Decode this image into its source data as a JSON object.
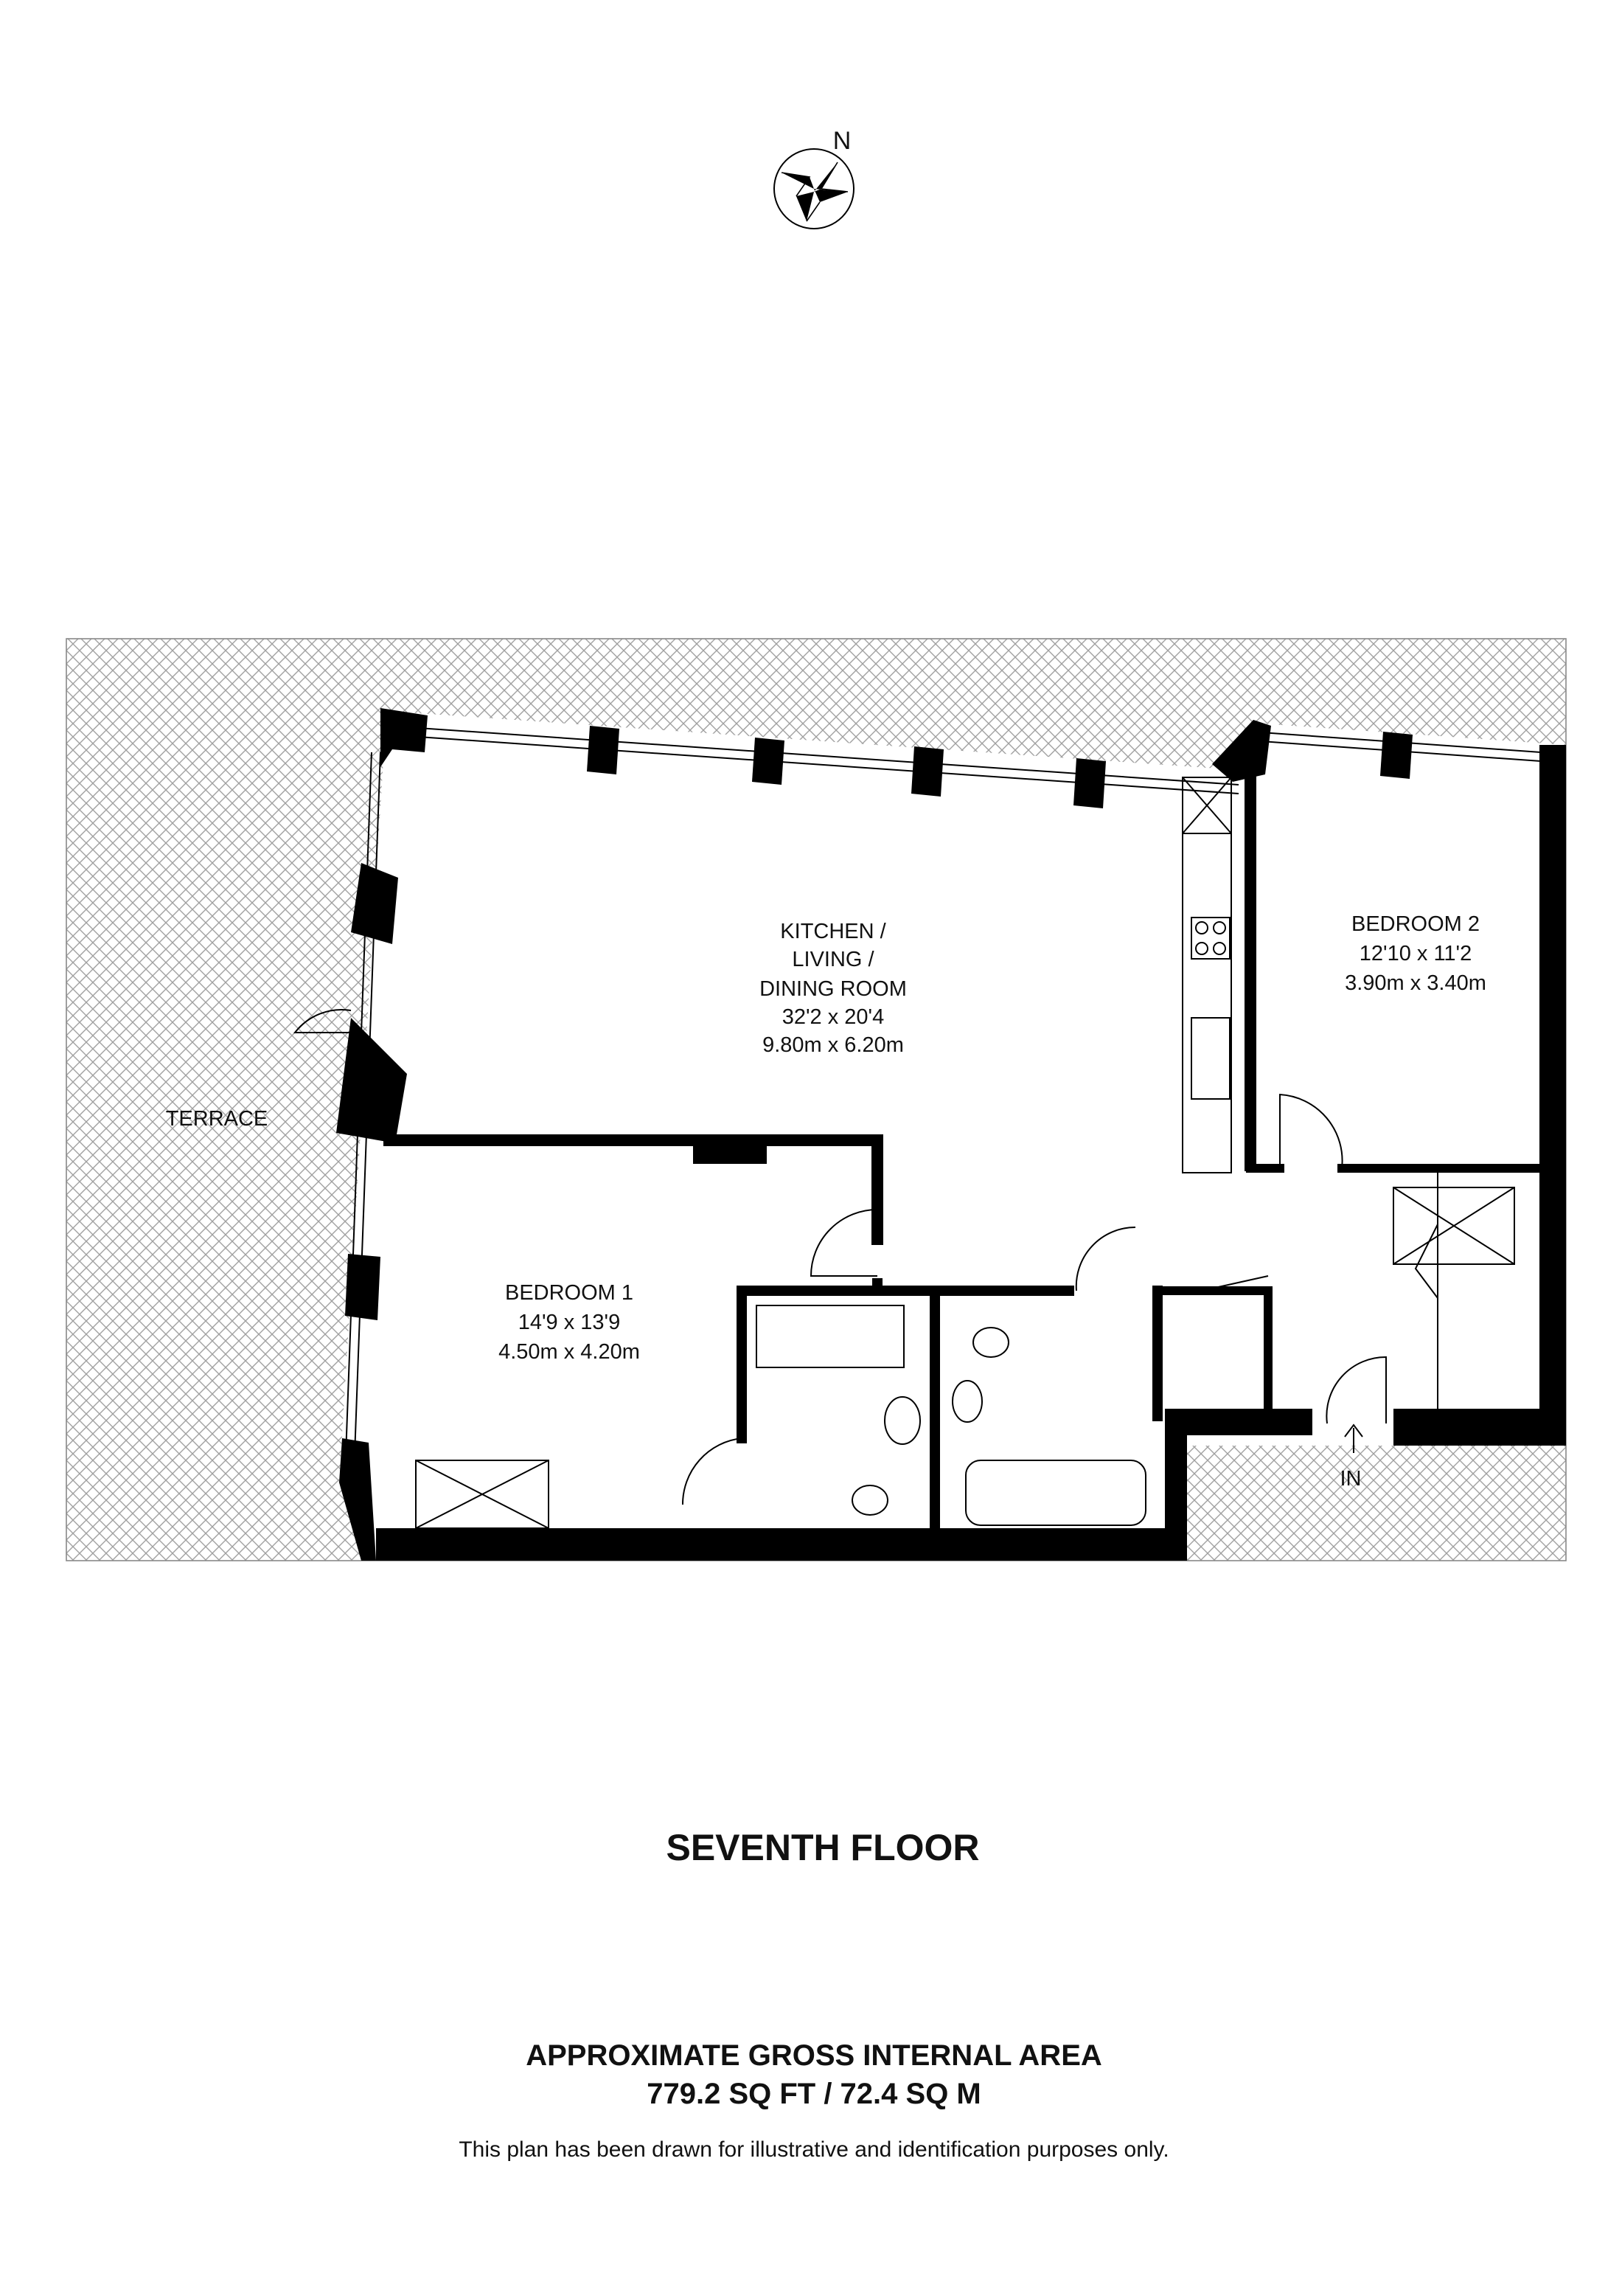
{
  "compass": {
    "north_label": "N"
  },
  "rooms": {
    "kitchen": {
      "lines": [
        "KITCHEN /",
        "LIVING /",
        "DINING ROOM"
      ],
      "imperial": "32'2 x 20'4",
      "metric": "9.80m x 6.20m"
    },
    "bedroom2": {
      "name": "BEDROOM 2",
      "imperial": "12'10 x 11'2",
      "metric": "3.90m x 3.40m"
    },
    "bedroom1": {
      "name": "BEDROOM 1",
      "imperial": "14'9 x 13'9",
      "metric": "4.50m x 4.20m"
    },
    "terrace": {
      "name": "TERRACE"
    }
  },
  "entrance_label": "IN",
  "floor_title": "SEVENTH FLOOR",
  "area": {
    "heading": "APPROXIMATE GROSS INTERNAL AREA",
    "value": "779.2 SQ FT / 72.4 SQ M"
  },
  "disclaimer": "This plan has been drawn for illustrative and identification purposes only.",
  "colors": {
    "wall": "#000000",
    "hatch": "#9a9a9a"
  }
}
